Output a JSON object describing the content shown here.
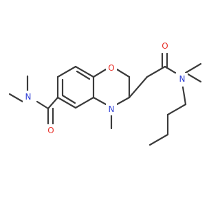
{
  "colors": {
    "bond": "#3a3a3a",
    "oxygen": "#e8312a",
    "nitrogen": "#2f3fd6",
    "background": "#ffffff"
  },
  "atoms": {
    "o_ring": "O",
    "o_amide_right": "O",
    "o_amide_left": "O",
    "n_ring": "N",
    "n_amide_right": "N",
    "n_amide_left": "N"
  }
}
